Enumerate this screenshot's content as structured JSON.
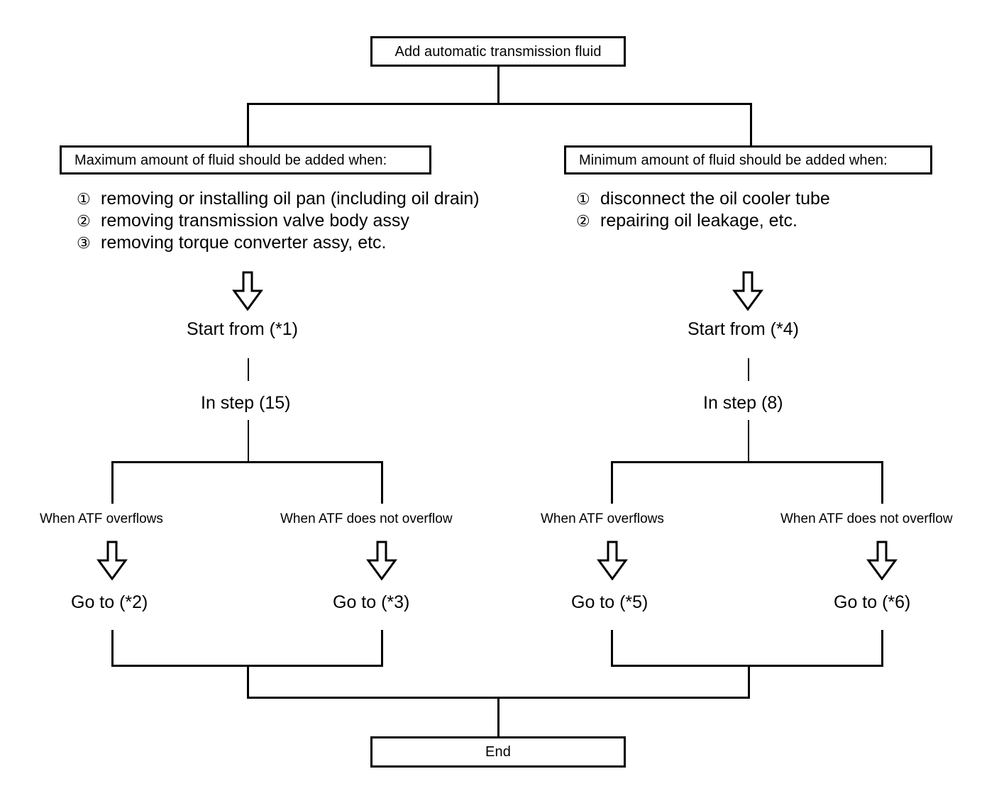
{
  "diagram": {
    "title": "Add automatic transmission fluid",
    "end_label": "End",
    "branches": [
      {
        "id": "maximum",
        "header": "Maximum amount of fluid should be added when:",
        "conditions": [
          {
            "num": "①",
            "text": "removing or installing oil pan (including oil drain)"
          },
          {
            "num": "②",
            "text": "removing transmission valve body assy"
          },
          {
            "num": "③",
            "text": "removing torque converter assy, etc."
          }
        ],
        "start_from": "Start from (*1)",
        "in_step": "In step (15)",
        "outcomes": [
          {
            "condition": "When ATF overflows",
            "action": "Go to (*2)"
          },
          {
            "condition": "When ATF does not overflow",
            "action": "Go to (*3)"
          }
        ]
      },
      {
        "id": "minimum",
        "header": "Minimum amount of fluid should be added when:",
        "conditions": [
          {
            "num": "①",
            "text": "disconnect the oil cooler tube"
          },
          {
            "num": "②",
            "text": "repairing oil leakage, etc."
          }
        ],
        "start_from": "Start from (*4)",
        "in_step": "In step (8)",
        "outcomes": [
          {
            "condition": "When ATF overflows",
            "action": "Go to (*5)"
          },
          {
            "condition": "When ATF does not overflow",
            "action": "Go to (*6)"
          }
        ]
      }
    ],
    "icons": {
      "flow_arrow": "down-block-arrow-icon"
    },
    "colors": {
      "stroke": "#000000",
      "background": "#ffffff"
    }
  }
}
